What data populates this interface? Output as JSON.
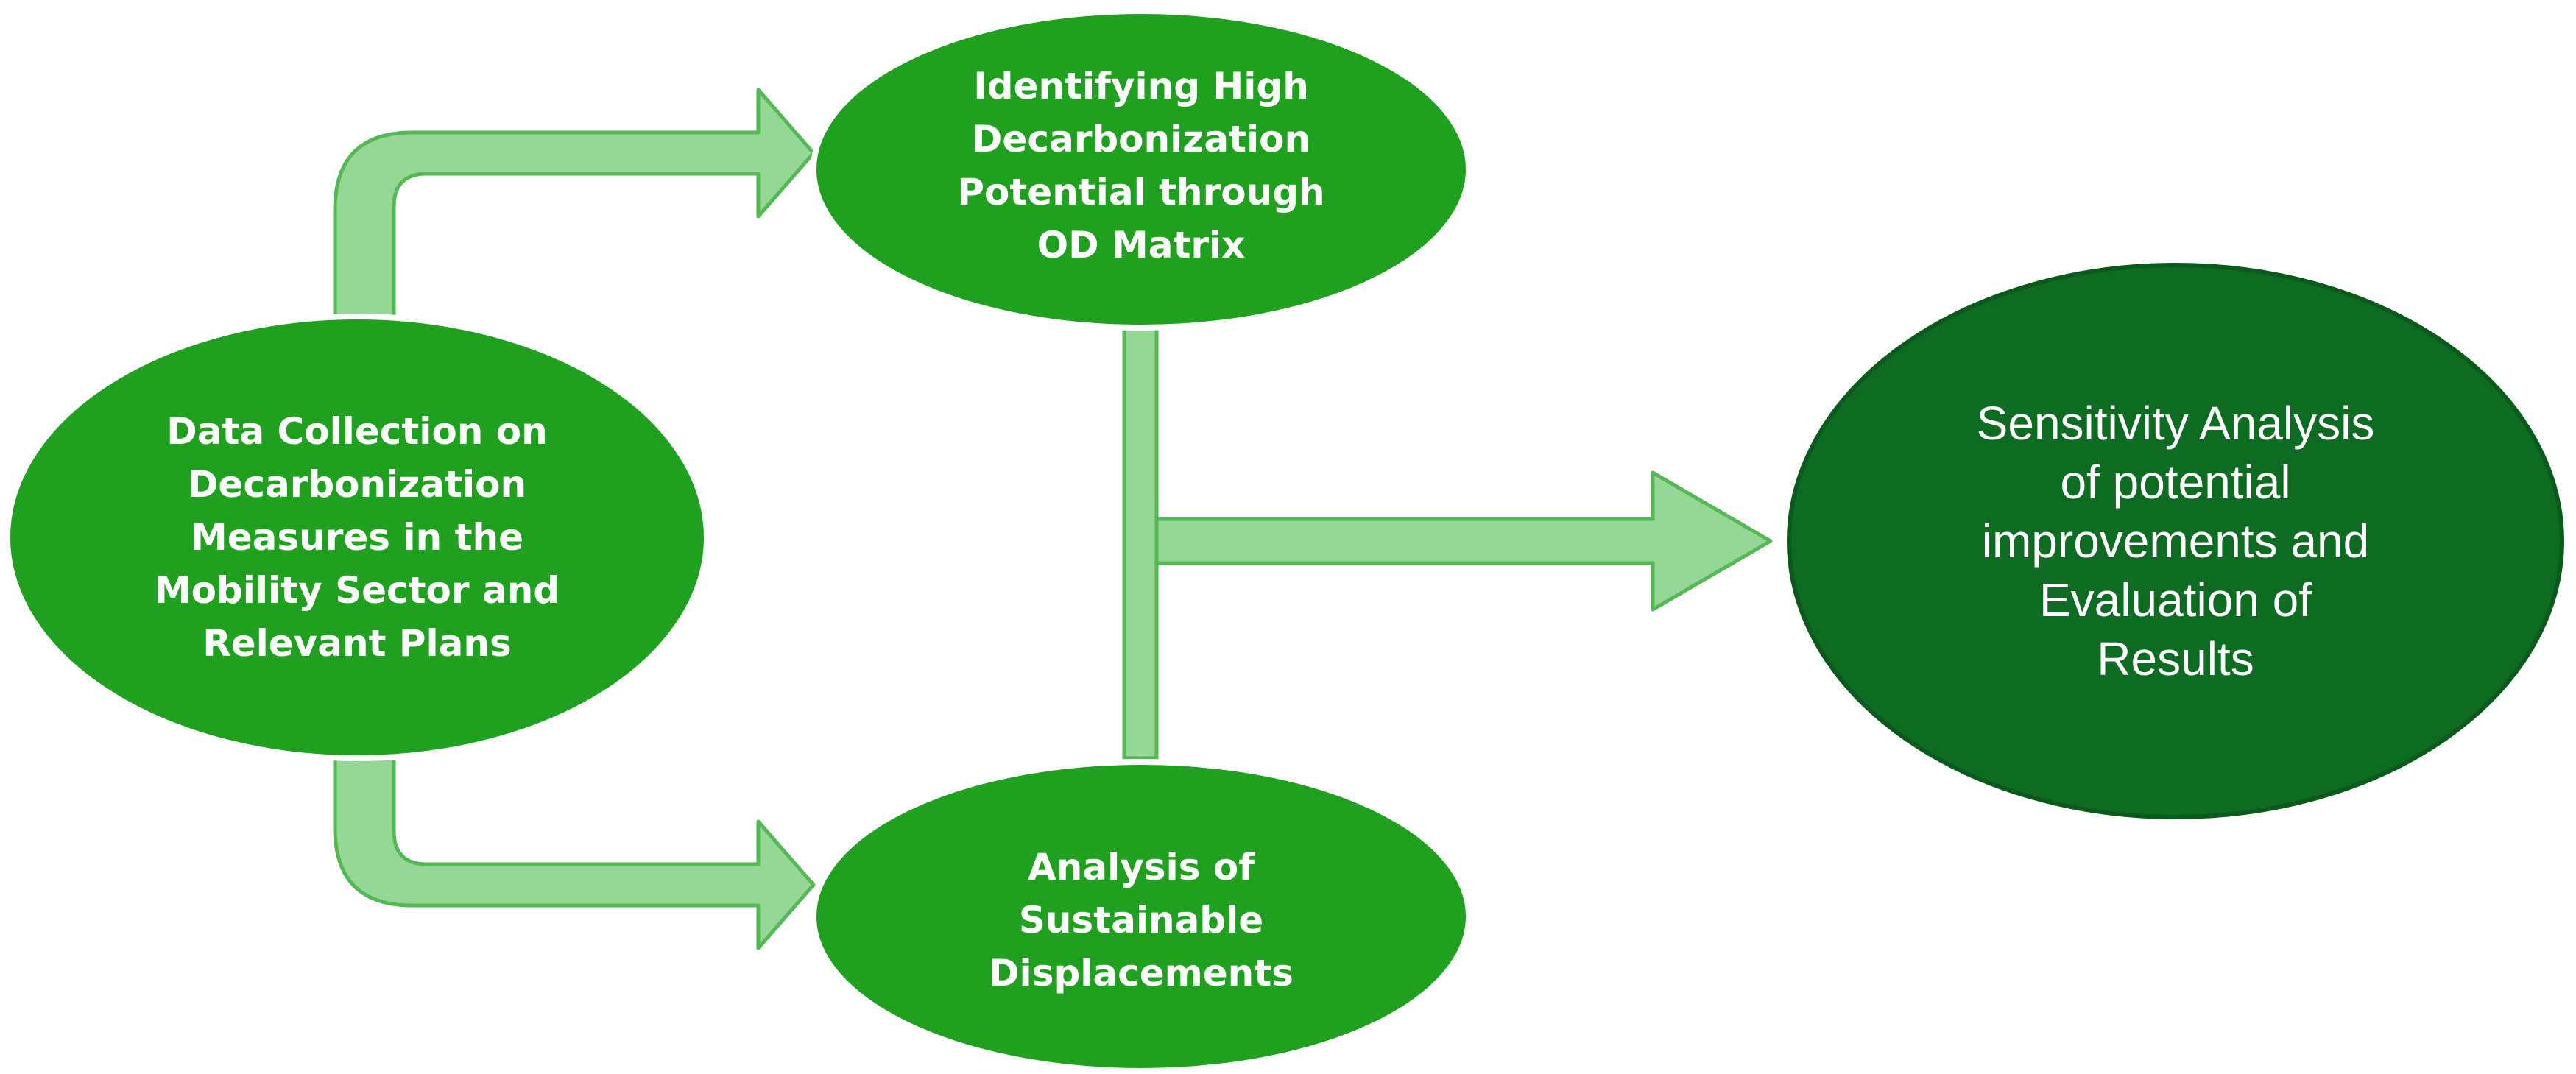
{
  "colors": {
    "node_fill": "#1fa01f",
    "node_stroke": "#ffffff",
    "result_fill": "#0e6b22",
    "result_stroke": "#0a5a1c",
    "arrow_fill": "#95d895",
    "arrow_stroke": "#54b854",
    "node_text": "#ffffff"
  },
  "nodes": {
    "data_collection": {
      "lines": [
        "Data Collection on",
        "Decarbonization",
        "Measures in the",
        "Mobility Sector and",
        "Relevant Plans"
      ]
    },
    "identifying": {
      "lines": [
        "Identifying High",
        "Decarbonization",
        "Potential through",
        "OD Matrix"
      ]
    },
    "analysis": {
      "lines": [
        "Analysis of",
        "Sustainable",
        "Displacements"
      ]
    },
    "sensitivity": {
      "lines": [
        "Sensitivity Analysis",
        "of potential",
        "improvements and",
        "Evaluation of",
        "Results"
      ]
    }
  }
}
